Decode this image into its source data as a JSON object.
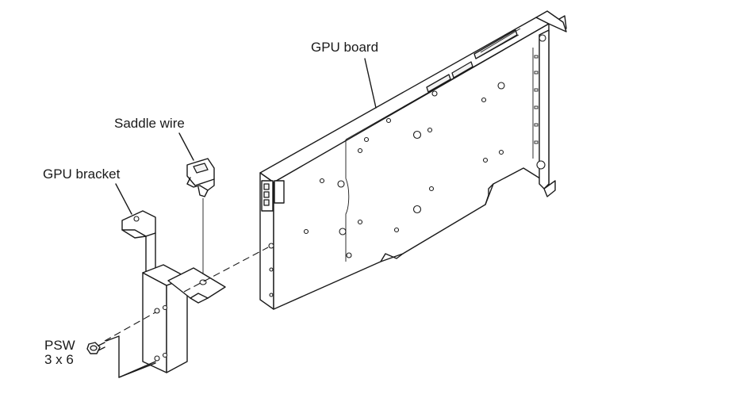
{
  "labels": {
    "gpu_board": "GPU board",
    "saddle_wire": "Saddle wire",
    "gpu_bracket": "GPU bracket",
    "screw_line1": "PSW",
    "screw_line2": "3 x 6"
  },
  "colors": {
    "line": "#1a1a1a",
    "background": "#ffffff"
  }
}
